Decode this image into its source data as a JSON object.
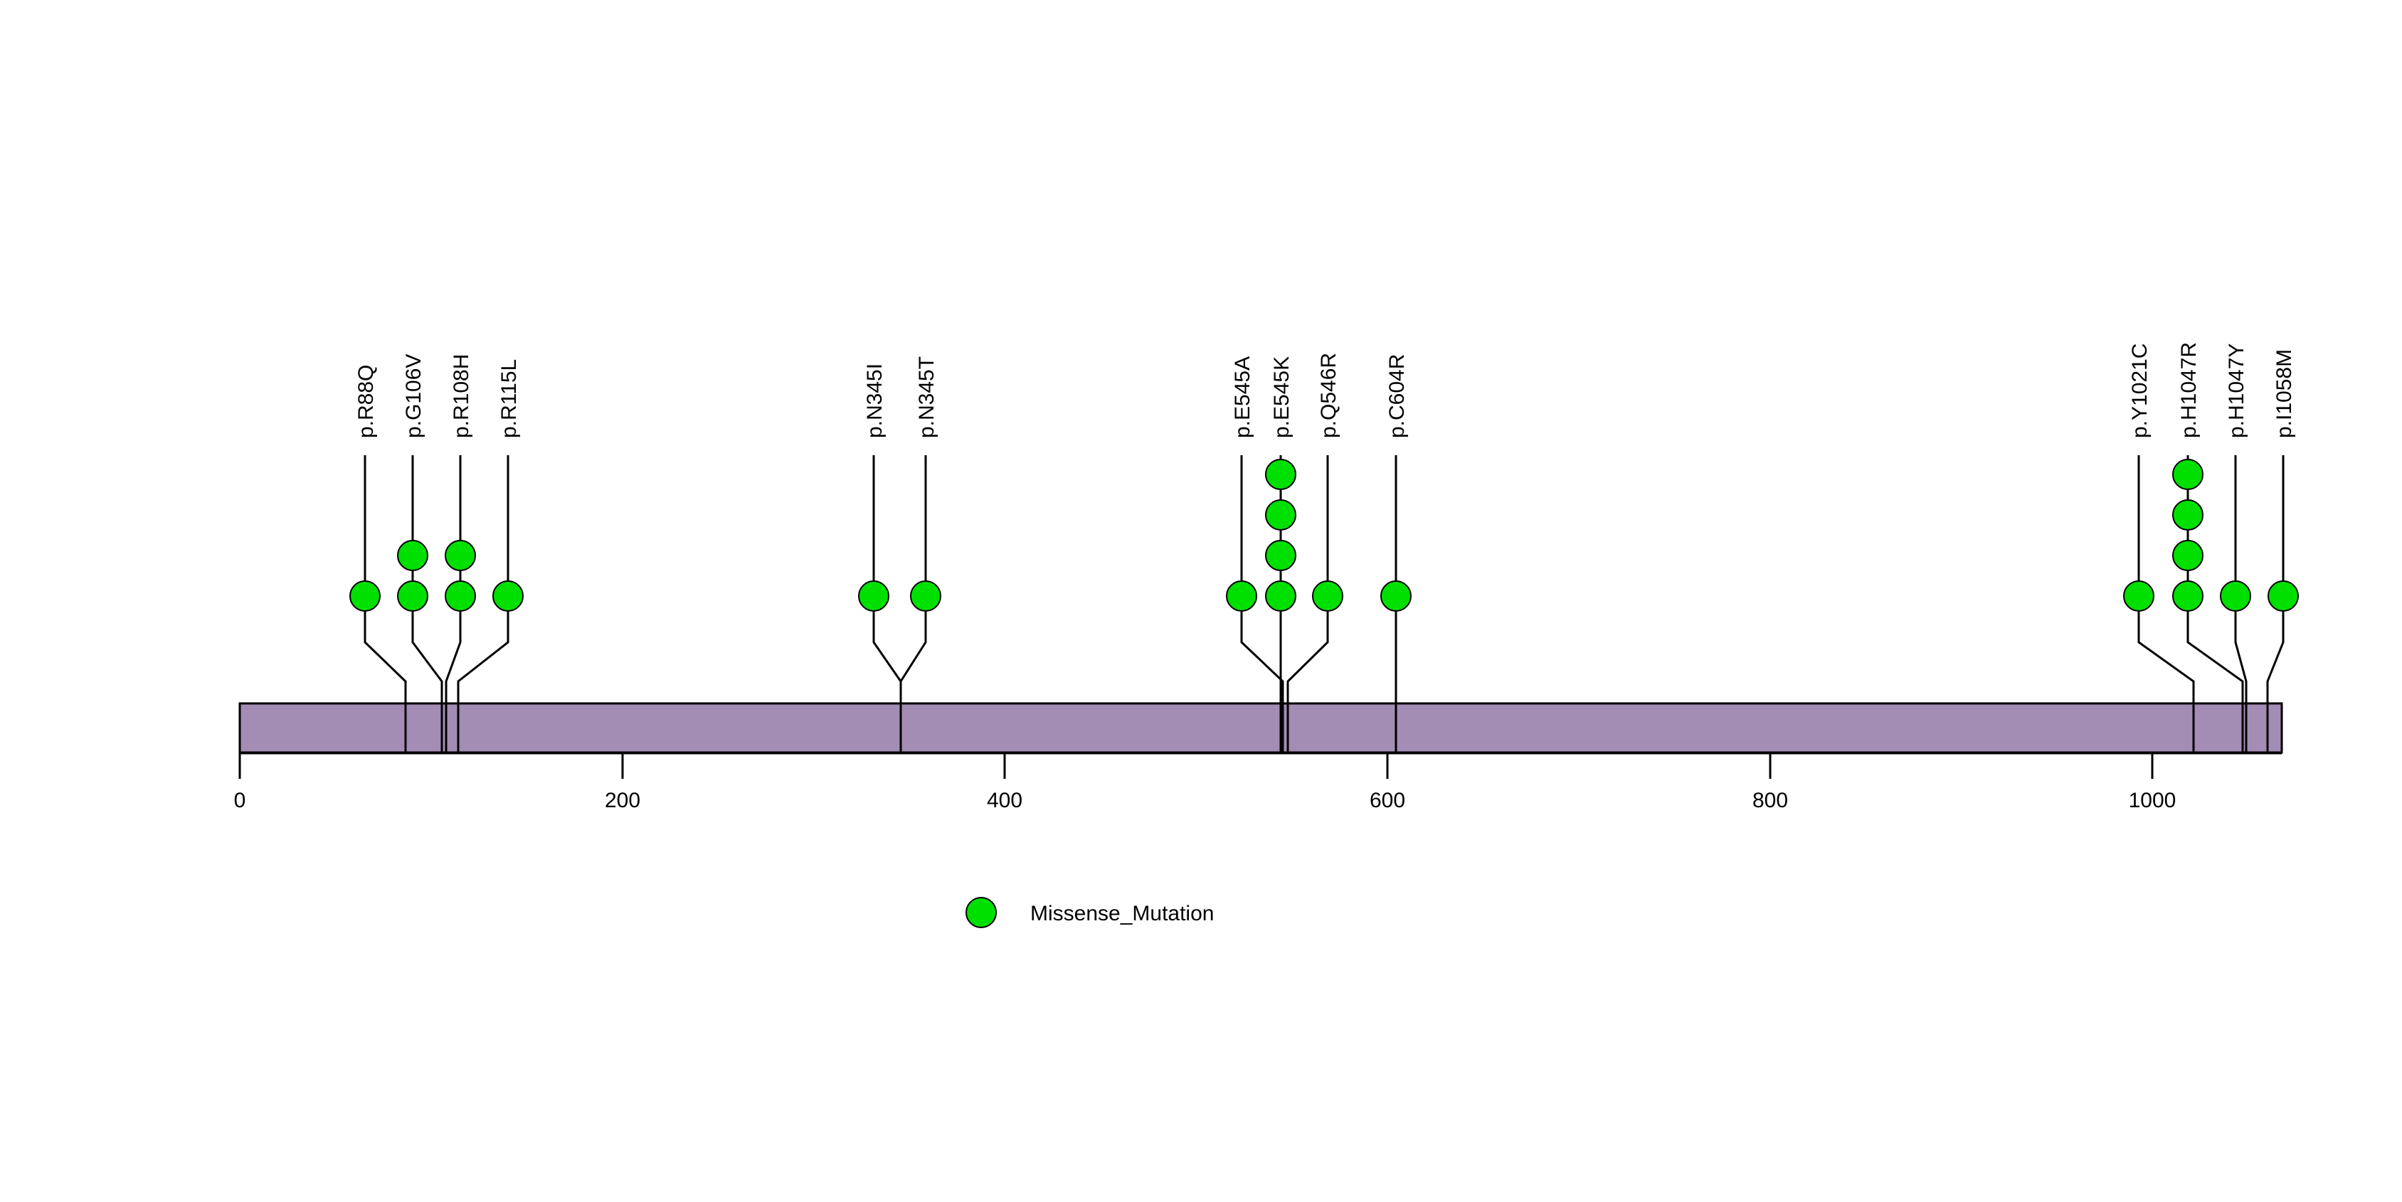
{
  "chart_data": {
    "type": "lollipop",
    "title": "",
    "subtitle": "",
    "xlabel": "",
    "ylabel": "",
    "xlim": [
      0,
      1068
    ],
    "grid": false,
    "legend_position": "bottom-left",
    "domain_track": {
      "name": "protein-backbone",
      "start": 0,
      "end": 1068,
      "color": "#a38db4",
      "border_color": "#000000"
    },
    "axis": {
      "tick_values": [
        0,
        200,
        400,
        600,
        800,
        1000
      ],
      "tick_labels": [
        "0",
        "200",
        "400",
        "600",
        "800",
        "1000"
      ]
    },
    "legend": [
      {
        "label": "Missense_Mutation",
        "color": "#00e000"
      }
    ],
    "series": [
      {
        "name": "Missense_Mutation",
        "color": "#00e000",
        "points": [
          {
            "label": "p.R88Q",
            "position": 88,
            "count": 1
          },
          {
            "label": "p.G106V",
            "position": 106,
            "count": 2
          },
          {
            "label": "p.R108H",
            "position": 108,
            "count": 2
          },
          {
            "label": "p.R115L",
            "position": 115,
            "count": 1
          },
          {
            "label": "p.N345I",
            "position": 345,
            "count": 1
          },
          {
            "label": "p.N345T",
            "position": 345,
            "count": 1
          },
          {
            "label": "p.E545A",
            "position": 545,
            "count": 1
          },
          {
            "label": "p.E545K",
            "position": 545,
            "count": 4
          },
          {
            "label": "p.Q546R",
            "position": 546,
            "count": 1
          },
          {
            "label": "p.C604R",
            "position": 604,
            "count": 1
          },
          {
            "label": "p.Y1021C",
            "position": 1021,
            "count": 1
          },
          {
            "label": "p.H1047R",
            "position": 1047,
            "count": 4
          },
          {
            "label": "p.H1047Y",
            "position": 1047,
            "count": 1
          },
          {
            "label": "p.I1058M",
            "position": 1058,
            "count": 1
          }
        ]
      }
    ]
  },
  "labels": {
    "l0": "p.R88Q",
    "l1": "p.G106V",
    "l2": "p.R108H",
    "l3": "p.R115L",
    "l4": "p.N345I",
    "l5": "p.N345T",
    "l6": "p.E545A",
    "l7": "p.E545K",
    "l8": "p.Q546R",
    "l9": "p.C604R",
    "l10": "p.Y1021C",
    "l11": "p.H1047R",
    "l12": "p.H1047Y",
    "l13": "p.I1058M"
  },
  "ticks": {
    "t0": "0",
    "t1": "200",
    "t2": "400",
    "t3": "600",
    "t4": "800",
    "t5": "1000"
  },
  "legend": {
    "missense_label": "Missense_Mutation"
  },
  "colors": {
    "mutation_green": "#00e000",
    "backbone_purple": "#a38db4",
    "stroke_black": "#000000"
  }
}
